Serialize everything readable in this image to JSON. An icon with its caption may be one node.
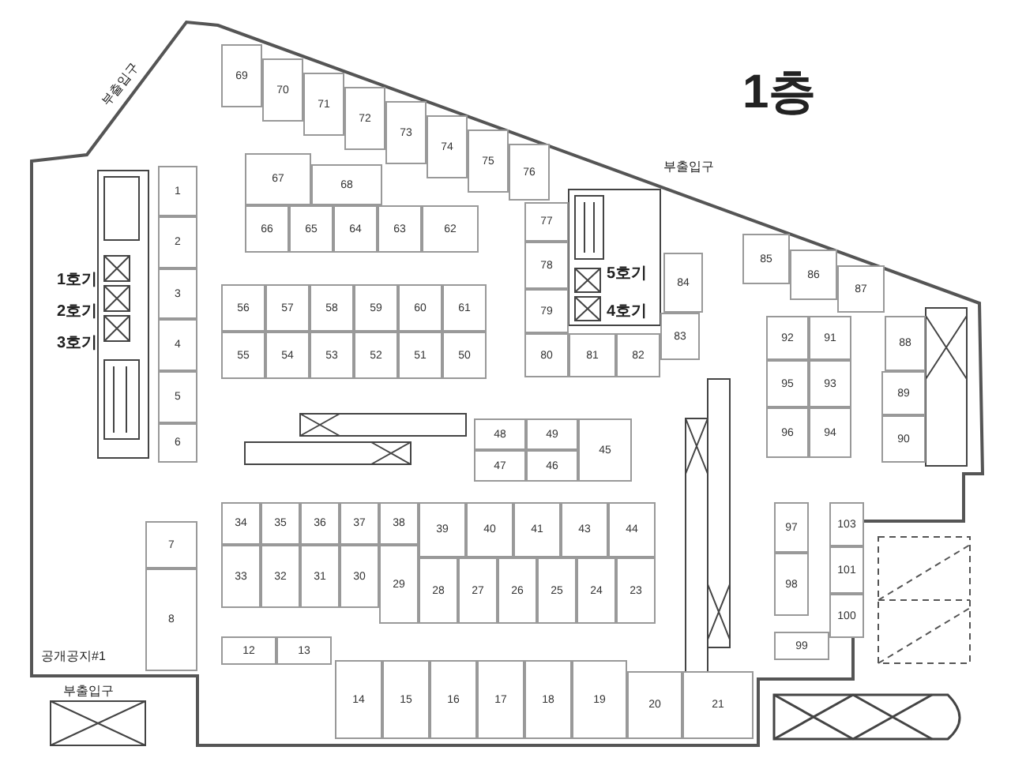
{
  "diagram": {
    "nodes": [
      {
        "text": [
          "69"
        ]
      },
      {
        "text": [
          "70"
        ]
      },
      {
        "text": [
          "71"
        ]
      },
      {
        "text": [
          "72"
        ]
      },
      {
        "text": [
          "73"
        ]
      },
      {
        "text": [
          "74"
        ]
      },
      {
        "text": [
          "75"
        ]
      },
      {
        "text": [
          "76"
        ]
      },
      {
        "text": [
          "67"
        ]
      },
      {
        "text": [
          "68"
        ]
      },
      {
        "text": [
          "66"
        ]
      },
      {
        "text": [
          "65"
        ]
      },
      {
        "text": [
          "64"
        ]
      },
      {
        "text": [
          "63"
        ]
      },
      {
        "text": [
          "62"
        ]
      },
      {
        "text": [
          "77"
        ]
      },
      {
        "text": [
          "78"
        ]
      },
      {
        "text": [
          "84"
        ]
      },
      {
        "text": [
          "85"
        ]
      },
      {
        "text": [
          "86"
        ]
      },
      {
        "text": [
          "87"
        ]
      },
      {
        "text": [
          "1"
        ]
      },
      {
        "text": [
          "2"
        ]
      },
      {
        "text": [
          "3"
        ]
      },
      {
        "text": [
          "4"
        ]
      },
      {
        "text": [
          "5"
        ]
      },
      {
        "text": [
          "6"
        ]
      },
      {
        "text": [
          "56"
        ]
      },
      {
        "text": [
          "57"
        ]
      },
      {
        "text": [
          "58"
        ]
      },
      {
        "text": [
          "59"
        ]
      },
      {
        "text": [
          "60"
        ]
      },
      {
        "text": [
          "61"
        ]
      },
      {
        "text": [
          "55"
        ]
      },
      {
        "text": [
          "54"
        ]
      },
      {
        "text": [
          "53"
        ]
      },
      {
        "text": [
          "52"
        ]
      },
      {
        "text": [
          "51"
        ]
      },
      {
        "text": [
          "50"
        ]
      },
      {
        "text": [
          "79"
        ]
      },
      {
        "text": [
          "80"
        ]
      },
      {
        "text": [
          "81"
        ]
      },
      {
        "text": [
          "82"
        ]
      },
      {
        "text": [
          "83"
        ]
      },
      {
        "text": [
          "88"
        ]
      },
      {
        "text": [
          "92"
        ]
      },
      {
        "text": [
          "91"
        ]
      },
      {
        "text": [
          "95"
        ]
      },
      {
        "text": [
          "93"
        ]
      },
      {
        "text": [
          "96"
        ]
      },
      {
        "text": [
          "94"
        ]
      },
      {
        "text": [
          "89"
        ]
      },
      {
        "text": [
          "90"
        ]
      },
      {
        "text": [
          "48"
        ]
      },
      {
        "text": [
          "49"
        ]
      },
      {
        "text": [
          "45"
        ]
      },
      {
        "text": [
          "47"
        ]
      },
      {
        "text": [
          "46"
        ]
      },
      {
        "text": [
          "7"
        ]
      },
      {
        "text": [
          "8"
        ]
      },
      {
        "text": [
          "34"
        ]
      },
      {
        "text": [
          "35"
        ]
      },
      {
        "text": [
          "36"
        ]
      },
      {
        "text": [
          "37"
        ]
      },
      {
        "text": [
          "38"
        ]
      },
      {
        "text": [
          "39"
        ]
      },
      {
        "text": [
          "40"
        ]
      },
      {
        "text": [
          "41"
        ]
      },
      {
        "text": [
          "43"
        ]
      },
      {
        "text": [
          "44"
        ]
      },
      {
        "text": [
          "33"
        ]
      },
      {
        "text": [
          "32"
        ]
      },
      {
        "text": [
          "31"
        ]
      },
      {
        "text": [
          "30"
        ]
      },
      {
        "text": [
          "29"
        ]
      },
      {
        "text": [
          "28"
        ]
      },
      {
        "text": [
          "27"
        ]
      },
      {
        "text": [
          "26"
        ]
      },
      {
        "text": [
          "25"
        ]
      },
      {
        "text": [
          "24"
        ]
      },
      {
        "text": [
          "23"
        ]
      },
      {
        "text": [
          "12"
        ]
      },
      {
        "text": [
          "13"
        ]
      },
      {
        "text": [
          "14"
        ]
      },
      {
        "text": [
          "15"
        ]
      },
      {
        "text": [
          "16"
        ]
      },
      {
        "text": [
          "17"
        ]
      },
      {
        "text": [
          "18"
        ]
      },
      {
        "text": [
          "19"
        ]
      },
      {
        "text": [
          "20"
        ]
      },
      {
        "text": [
          "21"
        ]
      },
      {
        "text": [
          "97"
        ]
      },
      {
        "text": [
          "98"
        ]
      },
      {
        "text": [
          "103"
        ]
      },
      {
        "text": [
          "101"
        ]
      },
      {
        "text": [
          "100"
        ]
      },
      {
        "text": [
          "99"
        ]
      }
    ],
    "labels": [
      "1층",
      "부출입구",
      "부출입구",
      "1호기",
      "2호기",
      "3호기",
      "5호기",
      "4호기",
      "공개공지#1",
      "부출입구"
    ]
  }
}
